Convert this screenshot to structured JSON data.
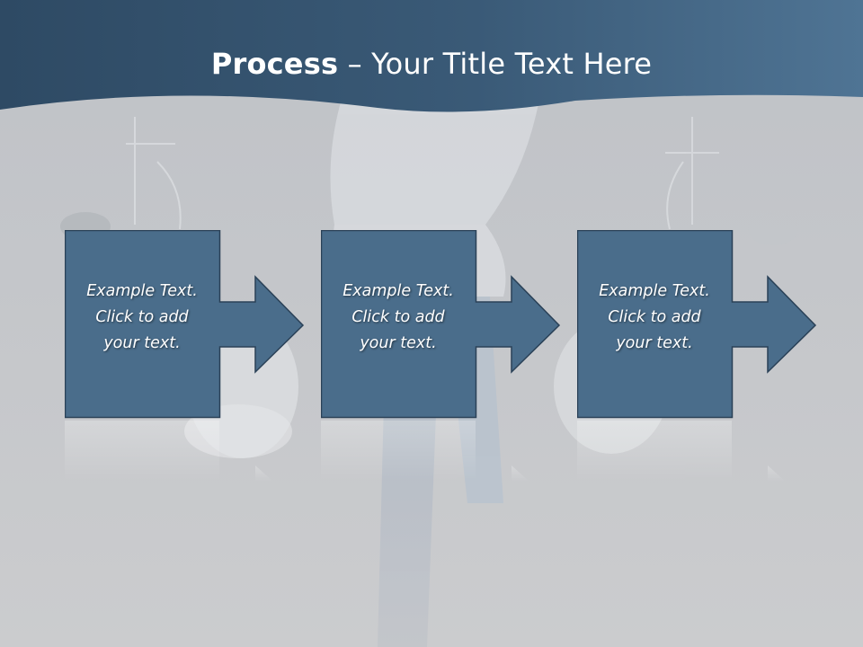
{
  "slide": {
    "title_bold": "Process",
    "title_rest": " – Your Title Text Here"
  },
  "steps": [
    {
      "lines": [
        "Example Text.",
        "Click  to add",
        "your text."
      ]
    },
    {
      "lines": [
        "Example Text.",
        "Click  to add",
        "your text."
      ]
    },
    {
      "lines": [
        "Example Text.",
        "Click  to add",
        "your text."
      ]
    }
  ],
  "colors": {
    "header_dark": "#2e4a64",
    "header_light": "#4f7494",
    "box_fill": "#4a6d8b",
    "box_stroke": "#2a4157",
    "background": "#c9cacd"
  }
}
